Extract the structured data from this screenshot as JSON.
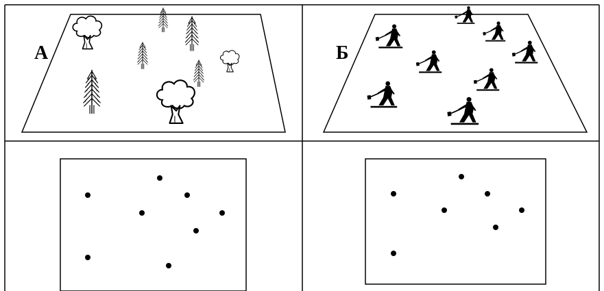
{
  "panels": [
    {
      "label": "А",
      "field_objects": [
        {
          "kind": "deciduous-tree",
          "icon": "deciduous-tree-icon"
        },
        {
          "kind": "conifer-tree",
          "icon": "conifer-tree-icon"
        },
        {
          "kind": "conifer-tree",
          "icon": "conifer-tree-icon"
        },
        {
          "kind": "conifer-tree",
          "icon": "conifer-tree-icon"
        },
        {
          "kind": "conifer-tree",
          "icon": "conifer-tree-icon"
        },
        {
          "kind": "deciduous-tree",
          "icon": "deciduous-tree-icon"
        },
        {
          "kind": "conifer-tree",
          "icon": "conifer-tree-icon"
        },
        {
          "kind": "deciduous-tree",
          "icon": "deciduous-tree-icon"
        }
      ],
      "dots_count": 8
    },
    {
      "label": "Б",
      "field_objects": [
        {
          "kind": "worker-with-shovel",
          "icon": "worker-icon"
        },
        {
          "kind": "worker-with-shovel",
          "icon": "worker-icon"
        },
        {
          "kind": "worker-with-shovel",
          "icon": "worker-icon"
        },
        {
          "kind": "worker-with-shovel",
          "icon": "worker-icon"
        },
        {
          "kind": "worker-with-shovel",
          "icon": "worker-icon"
        },
        {
          "kind": "worker-with-shovel",
          "icon": "worker-icon"
        },
        {
          "kind": "worker-with-shovel",
          "icon": "worker-icon"
        },
        {
          "kind": "worker-with-shovel",
          "icon": "worker-icon"
        }
      ],
      "dots_count": 7
    }
  ],
  "colors": {
    "ink": "#000000",
    "background": "#ffffff"
  }
}
